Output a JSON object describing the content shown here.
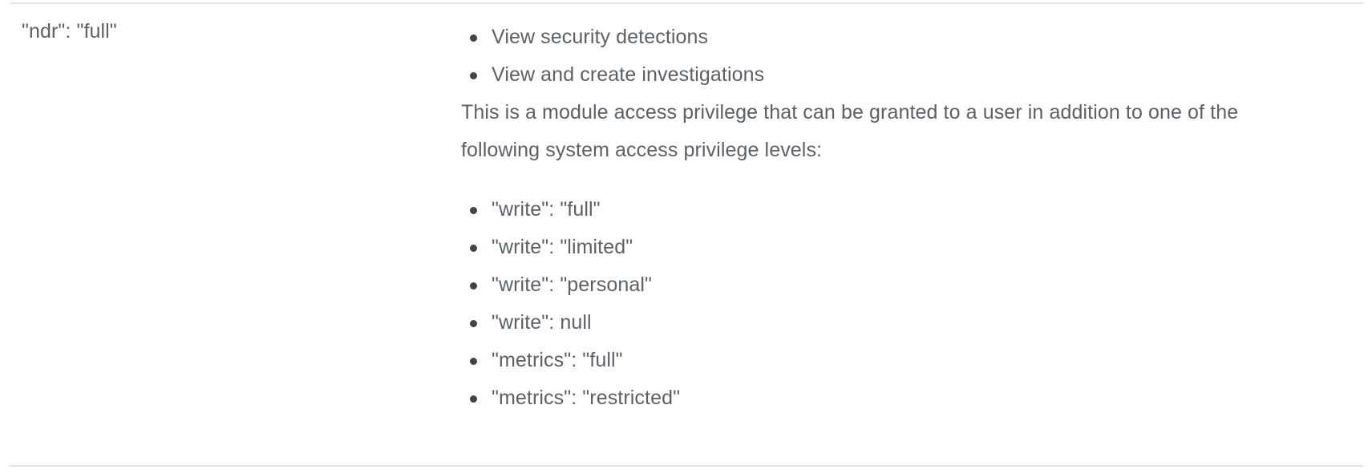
{
  "row": {
    "key_cell": {
      "text": "\"ndr\": \"full\""
    },
    "description_cell": {
      "capabilities_list": [
        {
          "text": "View security detections"
        },
        {
          "text": "View and create investigations"
        }
      ],
      "paragraph": "This is a module access privilege that can be granted to a user in addition to one of the following system access privilege levels:",
      "privilege_levels_list": [
        {
          "text": "\"write\": \"full\""
        },
        {
          "text": "\"write\": \"limited\""
        },
        {
          "text": "\"write\": \"personal\""
        },
        {
          "text": "\"write\": null"
        },
        {
          "text": "\"metrics\": \"full\""
        },
        {
          "text": "\"metrics\": \"restricted\""
        }
      ]
    }
  },
  "colors": {
    "text": "#5c6166",
    "bullet": "#3f4447",
    "rule": "#e3e4e6",
    "background": "#ffffff"
  }
}
